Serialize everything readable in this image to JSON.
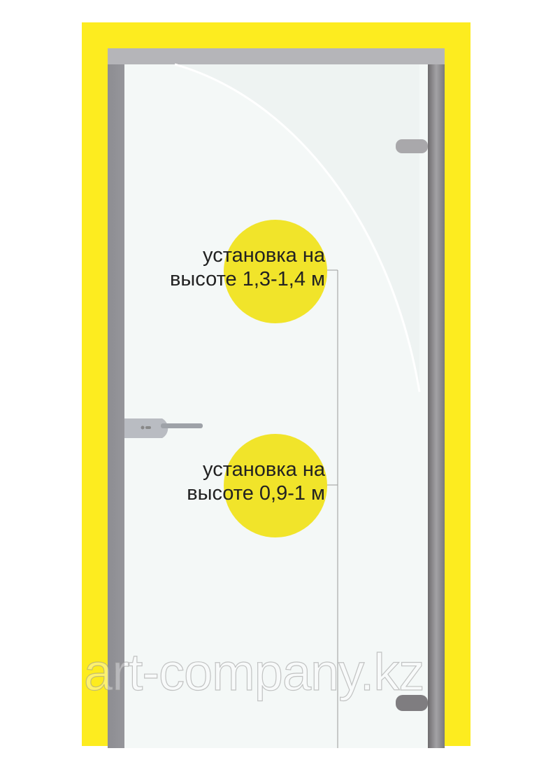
{
  "annotations": [
    {
      "line1": "установка на",
      "line2": "высоте 1,3-1,4 м"
    },
    {
      "line1": "установка на",
      "line2": "высоте 0,9-1 м"
    }
  ],
  "watermark": "art-company.kz",
  "colors": {
    "background": "#fdec1f",
    "marker": "#f1e42a",
    "frame": "#a9a9ad",
    "glass": "#f4f8f7"
  }
}
